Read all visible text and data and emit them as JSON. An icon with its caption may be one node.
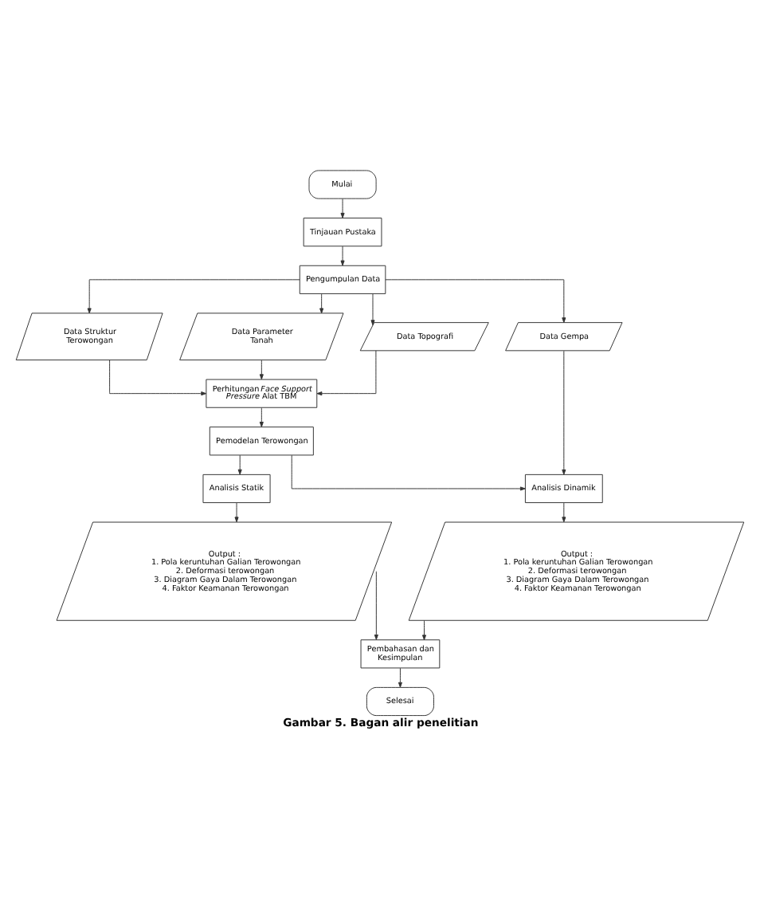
{
  "diagram": {
    "caption": "Gambar 5. Bagan alir penelitian",
    "nodes": [
      {
        "text": [
          "Mulai"
        ]
      },
      {
        "text": [
          "Tinjauan Pustaka"
        ]
      },
      {
        "text": [
          "Pengumpulan Data"
        ]
      },
      {
        "text": [
          "Data Struktur Terowongan"
        ]
      },
      {
        "text": [
          "Data Parameter Tanah"
        ]
      },
      {
        "text": [
          "Data Topografi"
        ]
      },
      {
        "text": [
          "Data Gempa"
        ]
      },
      {
        "text": [
          "Perhitungan *Face Support Pressure* Alat TBM"
        ]
      },
      {
        "text": [
          "Pemodelan Terowongan"
        ]
      },
      {
        "text": [
          "Analisis Statik"
        ]
      },
      {
        "text": [
          "Analisis Dinamik"
        ]
      },
      {
        "text": [
          "Output :",
          "1. Pola keruntuhan Galian Terowongan",
          "2. Deformasi terowongan",
          "3. Diagram Gaya Dalam Terowongan",
          "4. Faktor Keamanan Terowongan"
        ]
      },
      {
        "text": [
          "Output :",
          "1. Pola keruntuhan Galian Terowongan",
          "2. Deformasi terowongan",
          "3. Diagram Gaya Dalam Terowongan",
          "4. Faktor Keamanan Terowongan"
        ]
      },
      {
        "text": [
          "Pembahasan dan Kesimpulan"
        ]
      },
      {
        "text": [
          "Selesai"
        ]
      }
    ],
    "edges": [
      {
        "from": 0,
        "to": 1,
        "arrow": "to"
      },
      {
        "from": 1,
        "to": 2,
        "arrow": "to"
      },
      {
        "from": 2,
        "to": 3,
        "arrow": "to"
      },
      {
        "from": 2,
        "to": 4,
        "arrow": "to"
      },
      {
        "from": 2,
        "to": 5,
        "arrow": "to"
      },
      {
        "from": 2,
        "to": 6,
        "arrow": "to"
      },
      {
        "from": 3,
        "to": 7,
        "arrow": "to"
      },
      {
        "from": 4,
        "to": 7,
        "arrow": "to"
      },
      {
        "from": 5,
        "to": 7,
        "arrow": "to"
      },
      {
        "from": 7,
        "to": 8,
        "arrow": "to"
      },
      {
        "from": 8,
        "to": 9,
        "arrow": "to"
      },
      {
        "from": 8,
        "to": 10,
        "arrow": "to"
      },
      {
        "from": 6,
        "to": 10,
        "arrow": "to"
      },
      {
        "from": 9,
        "to": 11,
        "arrow": "to"
      },
      {
        "from": 10,
        "to": 12,
        "arrow": "to"
      },
      {
        "from": 11,
        "to": 13,
        "arrow": "to"
      },
      {
        "from": 12,
        "to": 13,
        "arrow": "to"
      },
      {
        "from": 13,
        "to": 14,
        "arrow": "to"
      }
    ]
  }
}
